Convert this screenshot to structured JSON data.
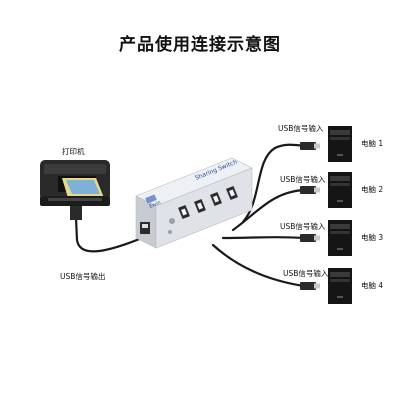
{
  "title": "产品使用连接示意图",
  "printer_label": "打印机",
  "usb_out_label": "USB信号输出",
  "usb_in_label": "USB信号输入",
  "switch_text": "Sharing Switch",
  "switch_brand": "Ewin",
  "computers": [
    "电脑 1",
    "电脑 2",
    "电脑 3",
    "电脑 4"
  ],
  "colors": {
    "cable": "#1a1a1a",
    "switch_body": "#dfe3e8",
    "switch_text": "#2d4a9a",
    "tower": "#151515",
    "printer": "#2a2a2a"
  }
}
